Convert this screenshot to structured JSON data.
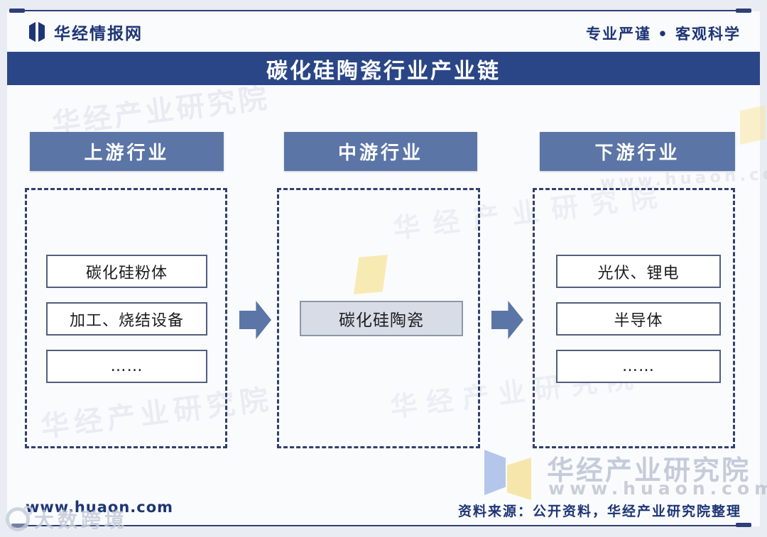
{
  "header": {
    "brand": "华经情报网",
    "tagline": "专业严谨 • 客观科学",
    "title": "碳化硅陶瓷行业产业链"
  },
  "diagram": {
    "columns": [
      {
        "header": "上游行业",
        "items": [
          "碳化硅粉体",
          "加工、烧结设备",
          "……"
        ]
      },
      {
        "header": "中游行业",
        "items": [
          "碳化硅陶瓷"
        ]
      },
      {
        "header": "下游行业",
        "items": [
          "光伏、锂电",
          "半导体",
          "……"
        ]
      }
    ]
  },
  "footer": {
    "website": "www.huaon.com",
    "source": "资料来源：公开资料，华经产业研究院整理"
  },
  "watermarks": {
    "institute": "华经产业研究院",
    "url": "www.huaon.com",
    "overlay_brand": "大数跨境"
  },
  "colors": {
    "title_bar": "#2a4687",
    "column_header": "#5b75a7",
    "arrow": "#5b75a7",
    "navy_text": "#1d3575",
    "dashed_border": "#323f6e",
    "mid_item_bg": "#d8dce6",
    "watermark_yellow": "#f8e6a0",
    "watermark_blue": "#9db4e4"
  }
}
